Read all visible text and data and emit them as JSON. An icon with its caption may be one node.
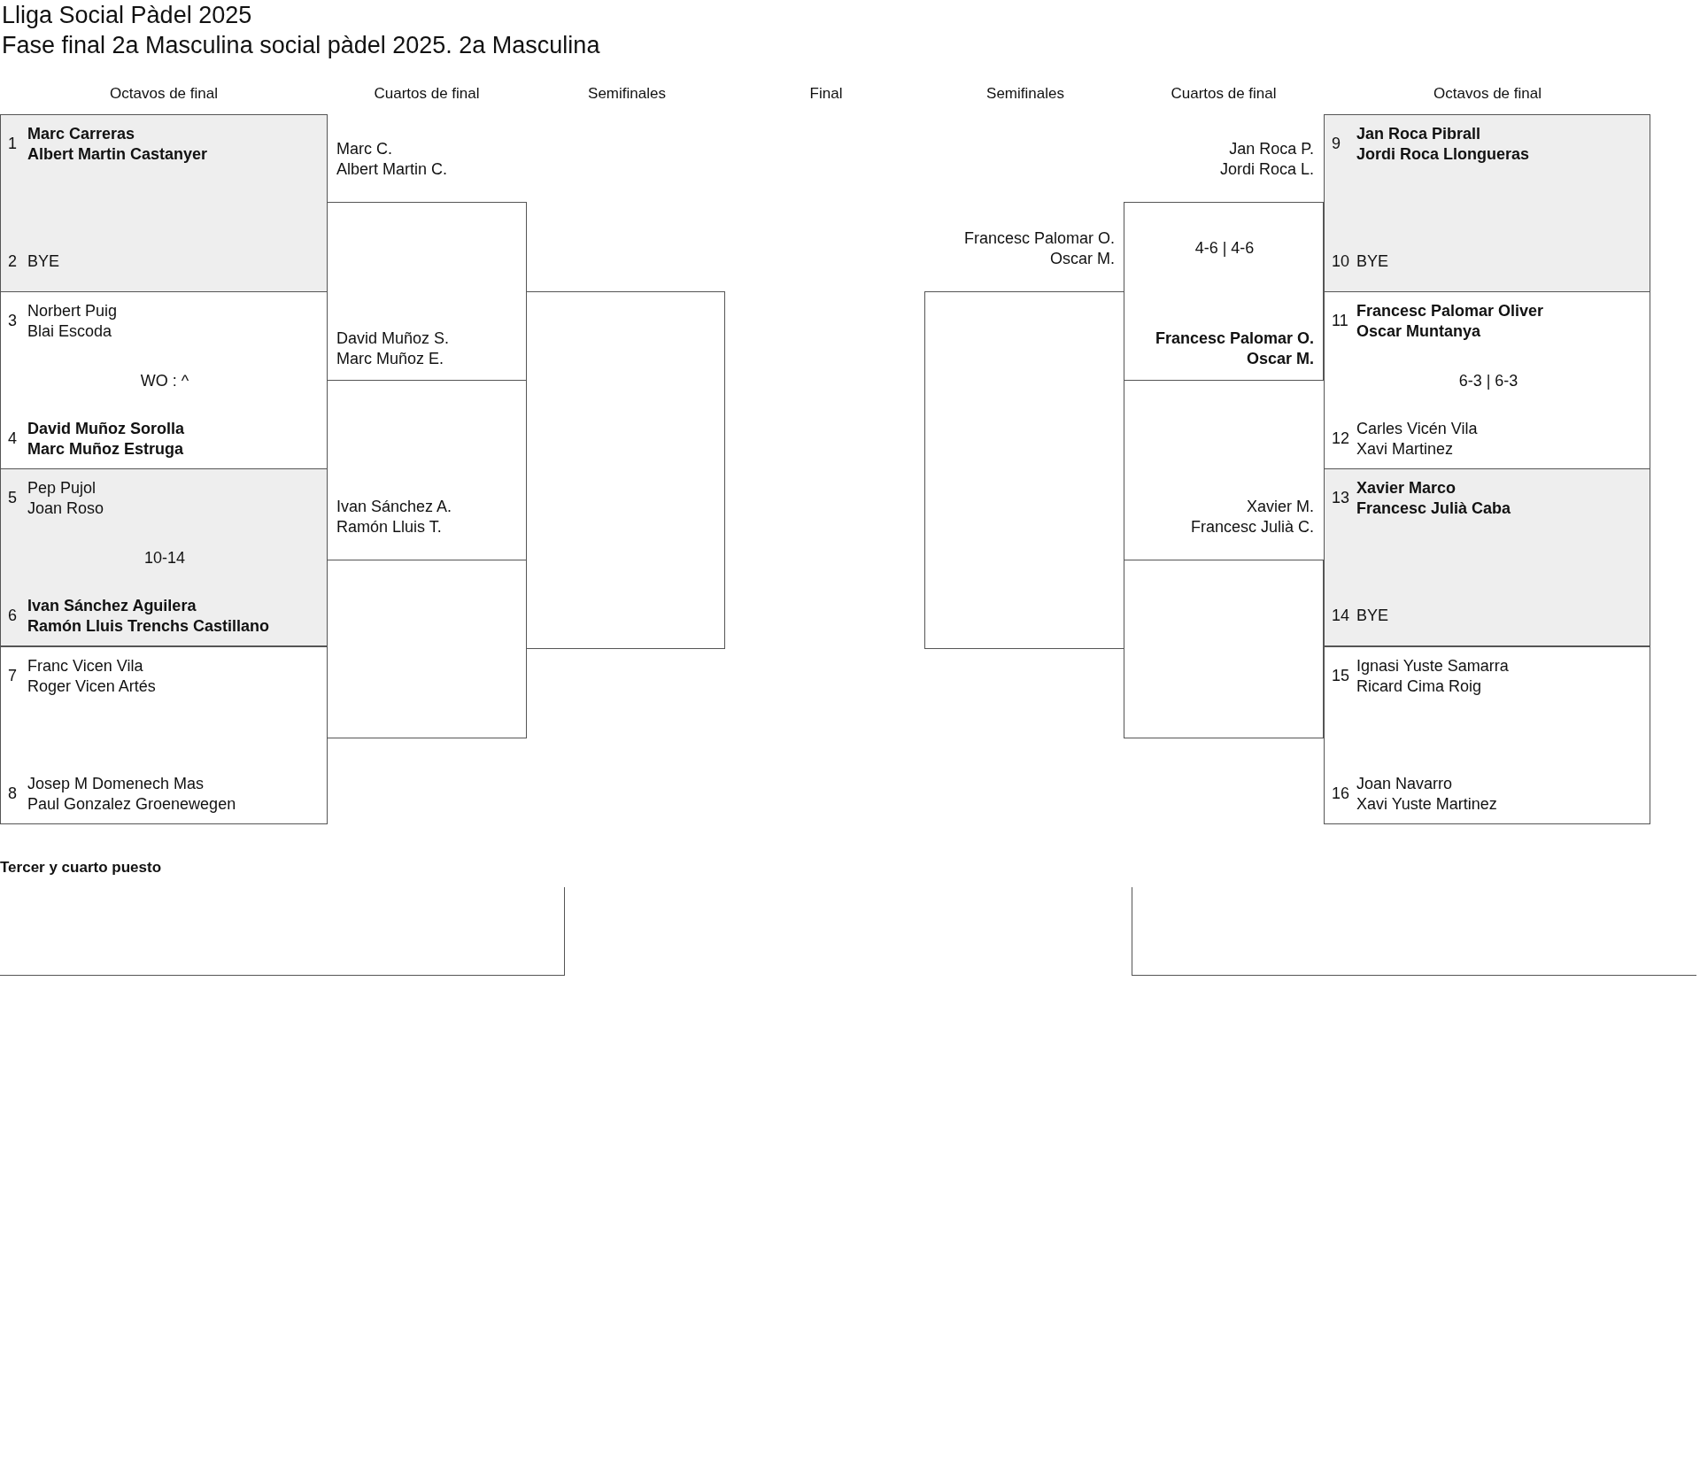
{
  "diagram": {
    "title": "Lliga Social Pàdel 2025",
    "nodes": [
      {
        "text": [
          "1",
          "Marc Carreras Albert Martin Castanyer",
          "2",
          "BYE"
        ]
      },
      {
        "text": [
          "3",
          "Norbert Puig Blai Escoda",
          "WO : ^",
          "4",
          "David Muñoz Sorolla Marc Muñoz Estruga"
        ]
      },
      {
        "text": [
          "5",
          "Pep Pujol Joan Roso",
          "10-14",
          "6",
          "Ivan Sánchez Aguilera Ramón Lluis Trenchs Castillano"
        ]
      },
      {
        "text": [
          "7",
          "Franc Vicen Vila Roger Vicen Artés",
          "8",
          "Josep M Domenech Mas Paul Gonzalez Groenewegen"
        ]
      },
      {
        "text": [
          "Marc C. Albert Martin C.",
          "David Muñoz S. Marc Muñoz E."
        ]
      },
      {
        "text": [
          "Ivan Sánchez A. Ramón Lluis T."
        ]
      },
      {
        "text": [],
        "shape": "box"
      },
      {
        "text": [
          "Francesc Palomar O. Oscar M."
        ]
      },
      {
        "text": [
          "Jan Roca P. Jordi Roca L.",
          "4-6 | 4-6",
          "Francesc Palomar O. Oscar M."
        ]
      },
      {
        "text": [
          "Xavier M. Francesc Julià C."
        ]
      },
      {
        "text": [
          "9",
          "Jan Roca Pibrall Jordi Roca Llongueras",
          "10",
          "BYE"
        ]
      },
      {
        "text": [
          "11",
          "Francesc Palomar Oliver Oscar Muntanya",
          "6-3 | 6-3",
          "12",
          "Carles Vicén Vila Xavi Martinez"
        ]
      },
      {
        "text": [
          "13",
          "Xavier Marco Francesc Julià Caba",
          "14",
          "BYE"
        ]
      },
      {
        "text": [
          "15",
          "Ignasi Yuste Samarra Ricard Cima Roig",
          "16",
          "Joan Navarro Xavi Yuste Martinez"
        ]
      },
      {
        "text": [],
        "shape": "box"
      },
      {
        "text": [],
        "shape": "box"
      }
    ],
    "labels": [
      "Fase final 2a Masculina social pàdel 2025. 2a Masculina",
      "Octavos de final",
      "Cuartos de final",
      "Semifinales",
      "Final",
      "Semifinales",
      "Cuartos de final",
      "Octavos de final",
      "Tercer y cuarto puesto"
    ]
  }
}
